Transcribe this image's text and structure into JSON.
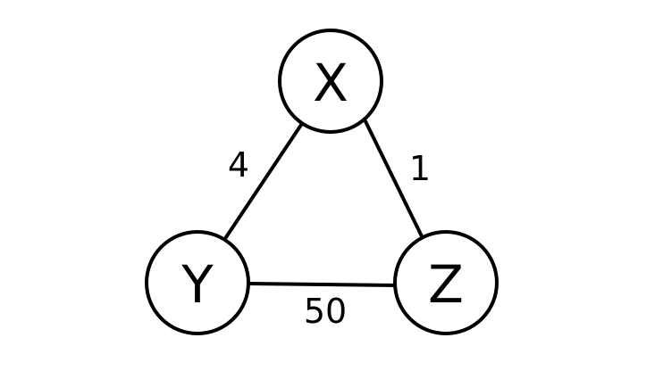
{
  "graph": {
    "nodes": [
      {
        "id": "X",
        "label": "X"
      },
      {
        "id": "Y",
        "label": "Y"
      },
      {
        "id": "Z",
        "label": "Z"
      }
    ],
    "edges": [
      {
        "from": "X",
        "to": "Y",
        "weight": "4"
      },
      {
        "from": "X",
        "to": "Z",
        "weight": "1"
      },
      {
        "from": "Y",
        "to": "Z",
        "weight": "50"
      }
    ]
  }
}
